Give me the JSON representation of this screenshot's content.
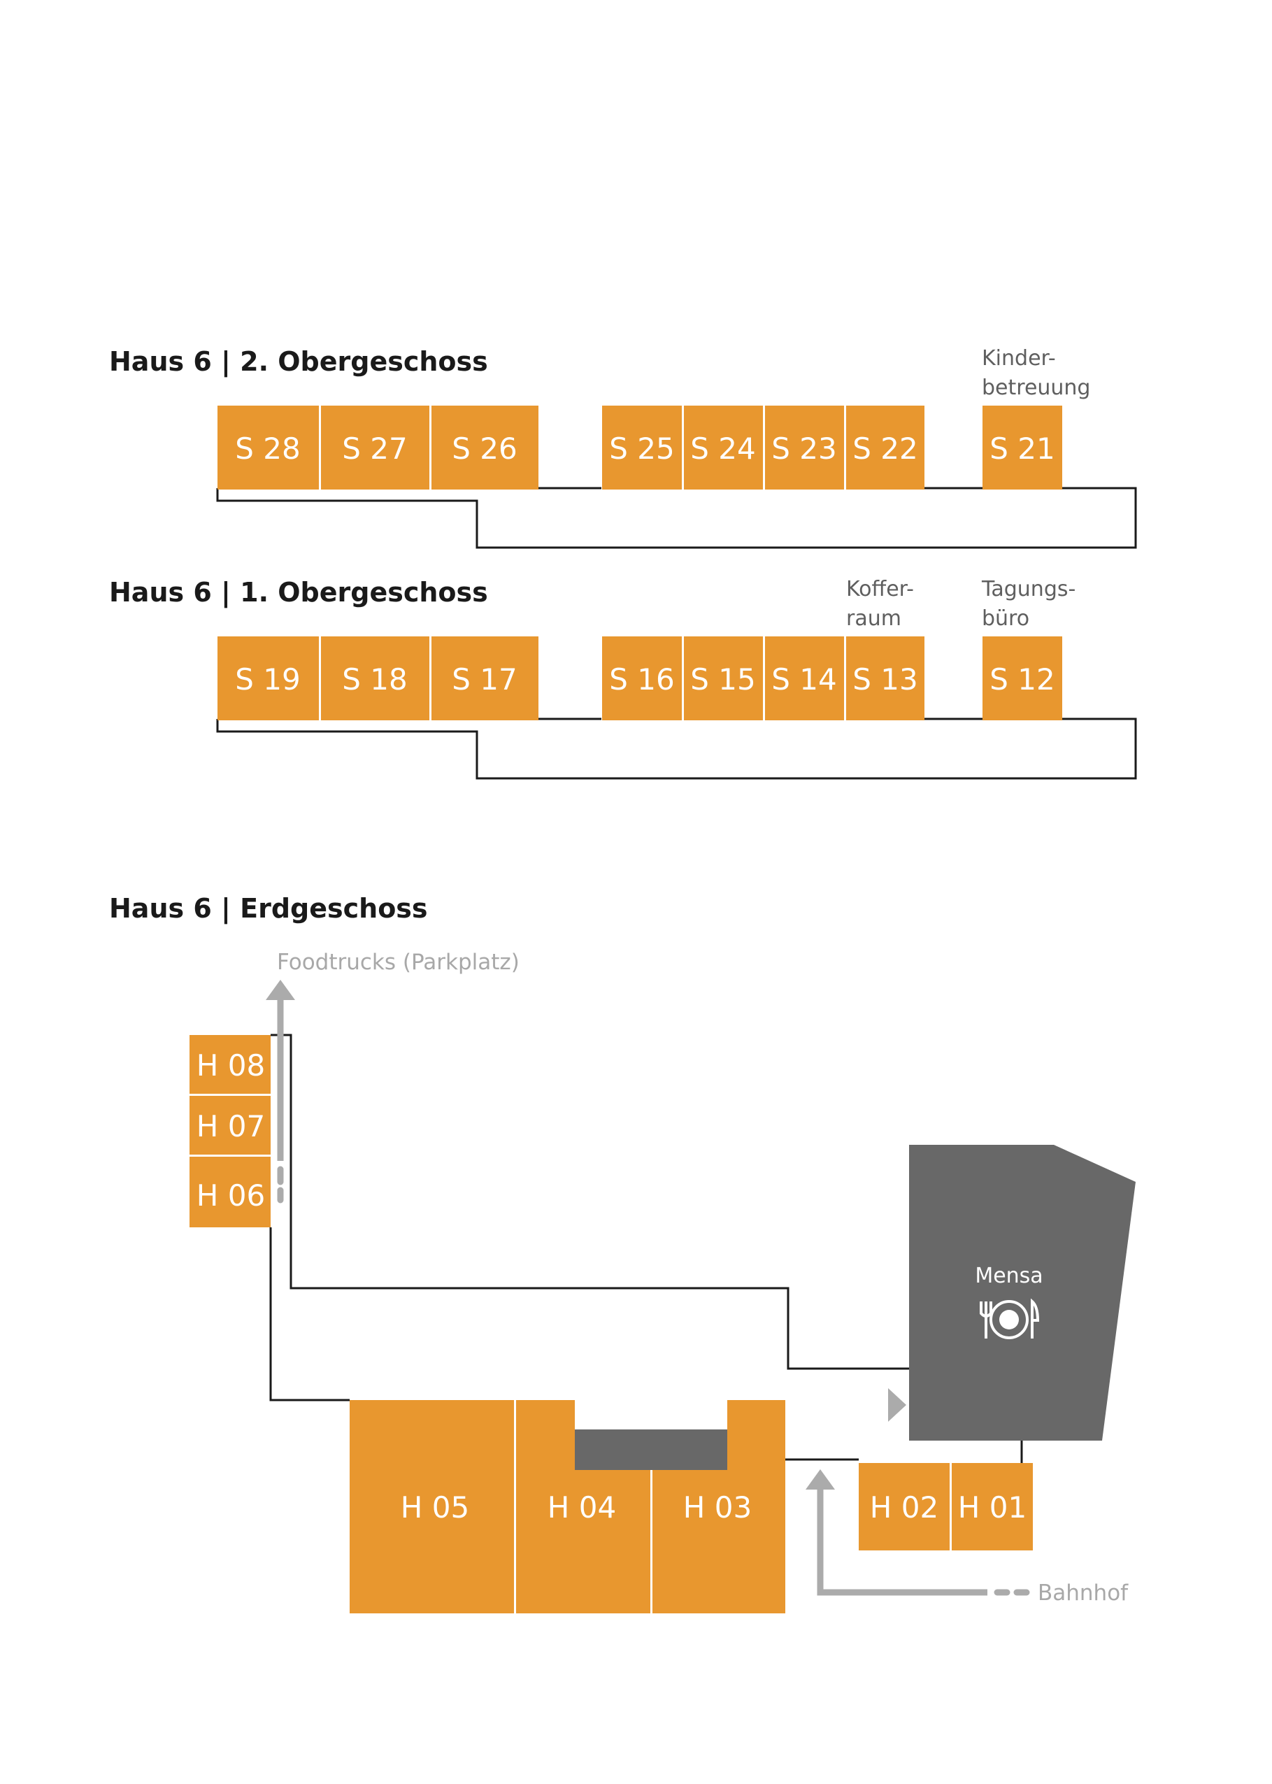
{
  "colors": {
    "room": "#E8972F",
    "dark": "#686868",
    "outline": "#1a1a1a",
    "route": "#ababab",
    "text_on_room": "#ffffff"
  },
  "floors": {
    "og2": {
      "title": "Haus 6 | 2. Obergeschoss",
      "rooms": [
        "S 28",
        "S 27",
        "S 26",
        "S 25",
        "S 24",
        "S 23",
        "S 22",
        "S 21"
      ],
      "notes": {
        "s21_line1": "Kinder-",
        "s21_line2": "betreuung"
      }
    },
    "og1": {
      "title": "Haus 6 | 1. Obergeschoss",
      "rooms": [
        "S 19",
        "S 18",
        "S 17",
        "S 16",
        "S 15",
        "S 14",
        "S 13",
        "S 12"
      ],
      "notes": {
        "s13_line1": "Koffer-",
        "s13_line2": "raum",
        "s12_line1": "Tagungs-",
        "s12_line2": "büro"
      }
    },
    "eg": {
      "title": "Haus 6 | Erdgeschoss",
      "rooms": [
        "H 08",
        "H 07",
        "H 06",
        "H 05",
        "H 04",
        "H 03",
        "H 02",
        "H 01"
      ],
      "mensa": {
        "label": "Mensa",
        "icon": "dining-plate-icon"
      },
      "routes": {
        "foodtrucks": "Foodtrucks (Parkplatz)",
        "bahnhof": "Bahnhof"
      }
    }
  }
}
